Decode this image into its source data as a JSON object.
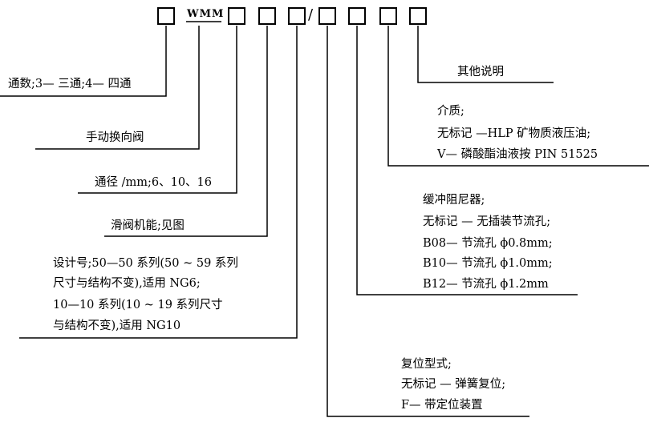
{
  "code": {
    "model": "WMM",
    "separator": "/"
  },
  "labels": {
    "ports": "通数;3— 三通;4— 四通",
    "operation": "手动换向阀",
    "bore": "通径 /mm;6、10、16",
    "spool": "滑阀机能;见图",
    "design_line1": "设计号;50—50 系列(50 ~ 59 系列",
    "design_line2": "尺寸与结构不变),适用 NG6;",
    "design_line3": "10—10 系列(10 ~ 19 系列尺寸",
    "design_line4": "与结构不变),适用 NG10",
    "reset_title": "复位型式;",
    "reset_opt1": "无标记 — 弹簧复位;",
    "reset_opt2": "F— 带定位装置",
    "damper_title": "缓冲阻尼器;",
    "damper_opt1": "无标记 — 无插装节流孔;",
    "damper_opt2": "B08— 节流孔 ϕ0.8mm;",
    "damper_opt3": "B10— 节流孔 ϕ1.0mm;",
    "damper_opt4": "B12— 节流孔 ϕ1.2mm",
    "medium_title": "介质;",
    "medium_opt1": "无标记 —HLP 矿物质液压油;",
    "medium_opt2": "V— 磷酸酯油液按 PIN 51525",
    "other": "其他说明"
  }
}
